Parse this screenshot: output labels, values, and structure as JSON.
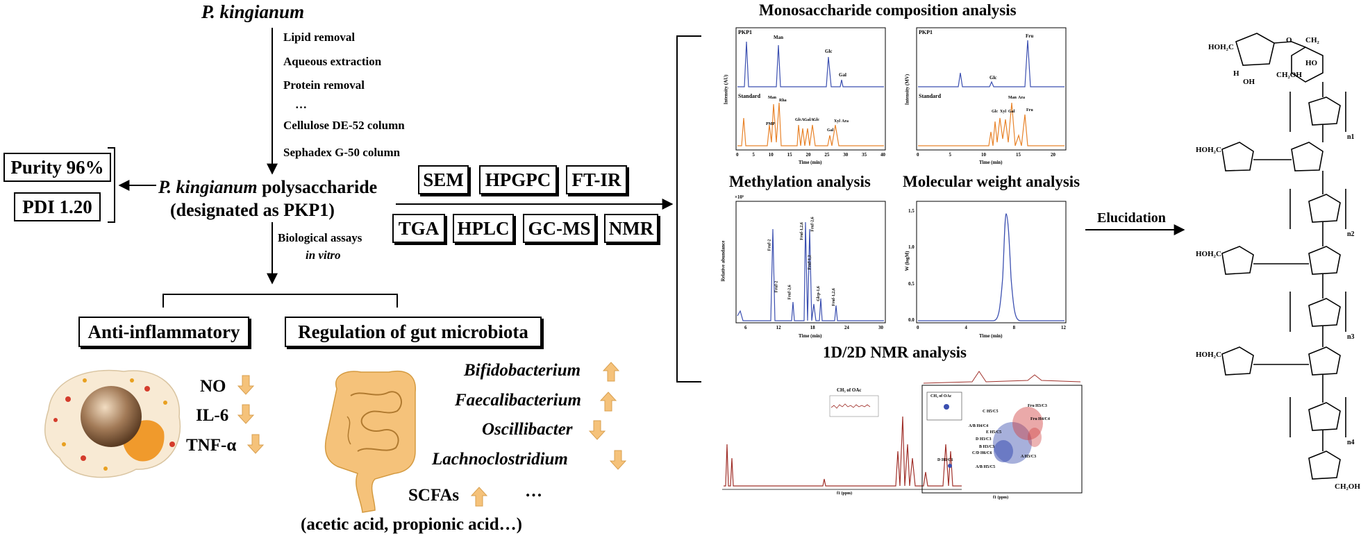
{
  "source": "P. kingianum",
  "steps": [
    "Lipid removal",
    "Aqueous extraction",
    "Protein removal",
    "…",
    "Cellulose DE-52 column",
    "Sephadex G-50 column"
  ],
  "product": {
    "name_italic": "P. kingianum",
    "name_rest": " polysaccharide",
    "designation": "(designated as PKP1)"
  },
  "metrics": {
    "purity": "Purity 96%",
    "pdi": "PDI 1.20"
  },
  "techniques": [
    "SEM",
    "HPGPC",
    "FT-IR",
    "TGA",
    "HPLC",
    "GC-MS",
    "NMR"
  ],
  "assay": {
    "line1": "Biological assays",
    "line2": "in vitro"
  },
  "activities": {
    "anti": "Anti-inflammatory",
    "gut": "Regulation of gut microbiota"
  },
  "inflammation_markers": [
    "NO",
    "IL-6",
    "TNF-α"
  ],
  "bacteria": [
    {
      "name": "Bifidobacterium",
      "trend": "up"
    },
    {
      "name": "Faecalibacterium",
      "trend": "up"
    },
    {
      "name": "Oscillibacter",
      "trend": "down"
    },
    {
      "name": "Lachnoclostridium",
      "trend": "down"
    }
  ],
  "scfa": {
    "label": "SCFAs",
    "ellipsis": "…",
    "detail": "(acetic acid, propionic acid…)"
  },
  "analyses": {
    "mono_title": "Monosaccharide composition analysis",
    "methyl_title": "Methylation analysis",
    "mw_title": "Molecular weight analysis",
    "nmr_title": "1D/2D NMR analysis"
  },
  "mono_left": {
    "panel_top": "PKP1",
    "panel_bottom": "Standard",
    "ylabel": "Intensity (AU)",
    "xlabel": "Time (min)",
    "xticks": [
      "0",
      "5",
      "10",
      "15",
      "20",
      "25",
      "30",
      "35",
      "40"
    ],
    "peaks_top": [
      "Man",
      "Glc",
      "Gal"
    ],
    "peaks_bottom": [
      "PMP",
      "Man",
      "Rha",
      "GlcA",
      "GalA",
      "Glc",
      "Gal",
      "Xyl",
      "Ara"
    ]
  },
  "mono_right": {
    "panel_top": "PKP1",
    "panel_bottom": "Standard",
    "ylabel": "Intensity (MV)",
    "xlabel": "Time (min)",
    "xticks": [
      "0",
      "5",
      "10",
      "15",
      "20"
    ],
    "peaks_top": [
      "Glc",
      "Fru"
    ],
    "peaks_bottom": [
      "Glc",
      "Xyl",
      "Gal",
      "Man",
      "Ara",
      "Fru"
    ]
  },
  "methylation": {
    "ylabel": "Relative abundance",
    "xlabel": "Time (min)",
    "yexp": "×10⁵",
    "xticks": [
      "6",
      "12",
      "18",
      "24",
      "30"
    ],
    "peaks": [
      "Fruf-2",
      "Fruf-2",
      "Fruf-1,2,6",
      "Fruf-2,6",
      "Fruf-1,2",
      "Fruf-2,6",
      "Glcp-1,6",
      "Fruf-1,2,6"
    ]
  },
  "molecular_weight": {
    "ylabel": "W (logM)",
    "xlabel": "Time (min)",
    "xticks": [
      "0",
      "4",
      "8",
      "12"
    ],
    "yticks": [
      "0.0",
      "0.5",
      "1.0",
      "1.5"
    ]
  },
  "nmr": {
    "label_1d": "CH₃ of OAc",
    "label_2d": "CH₃ of OAc",
    "xlabel": "f1 (ppm)",
    "cross_peaks": [
      "Fru H3/C3",
      "Fru H4/C4",
      "C H5/C5",
      "E H5/C5",
      "D H3/C3",
      "A H3/C3",
      "B H3/C3",
      "A/B H5/C5",
      "A/B H4/C4",
      "C/D H6/C6",
      "D H1/C1"
    ]
  },
  "elucidation": "Elucidation",
  "structure": {
    "repeats": [
      "n1",
      "n2",
      "n3",
      "n4"
    ],
    "atoms": [
      "HOH₂C",
      "CH₂",
      "CH₂OH",
      "O",
      "H",
      "OH",
      "HO"
    ]
  },
  "colors": {
    "accent": "#f5c27a",
    "chart_blue": "#3b4fb0",
    "chart_orange": "#e8832a",
    "nmr_red": "#a0302a"
  }
}
